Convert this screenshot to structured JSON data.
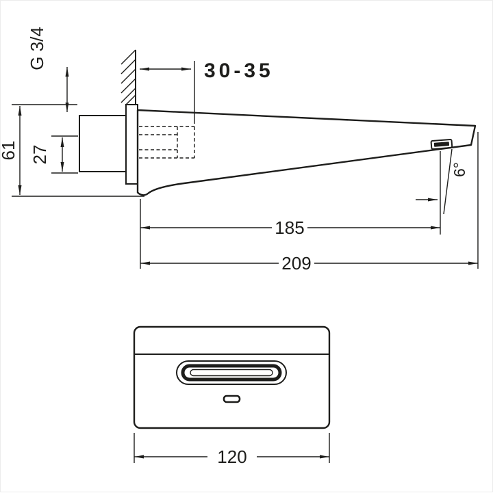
{
  "meta": {
    "background": "#ffffff",
    "line_color": "#1d1d1b"
  },
  "side_view": {
    "thread_label": "G 3/4",
    "wall_distance_label": "30-35",
    "dim_27": "27",
    "dim_61": "61",
    "dim_185": "185",
    "dim_209": "209",
    "angle_label": "6°"
  },
  "front_view": {
    "dim_120": "120"
  }
}
